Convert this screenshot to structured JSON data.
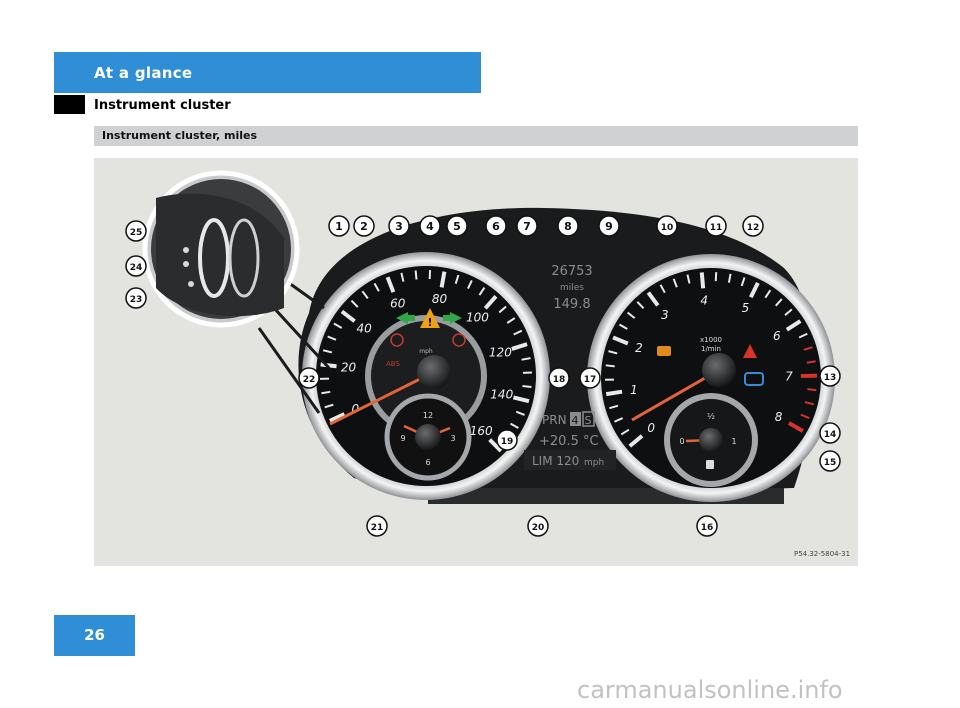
{
  "header": {
    "section": "At a glance",
    "subsection": "Instrument cluster",
    "figure_title": "Instrument cluster, miles"
  },
  "figure": {
    "code": "P54.32-5804-31",
    "speedometer": {
      "unit": "mph",
      "ticks": [
        "0",
        "20",
        "40",
        "60",
        "80",
        "100",
        "120",
        "140",
        "160"
      ]
    },
    "tachometer": {
      "unit_line1": "x1000",
      "unit_line2": "1/min",
      "ticks": [
        "0",
        "1",
        "2",
        "3",
        "4",
        "5",
        "6",
        "7",
        "8"
      ]
    },
    "clock_ticks": [
      "12",
      "3",
      "6",
      "9"
    ],
    "fuel_ticks": [
      "0",
      "½",
      "1"
    ],
    "display": {
      "odometer": "26753",
      "odometer_unit": "miles",
      "trip": "149.8",
      "gear": "PRN",
      "gear_sel": "4",
      "mode": "S",
      "temp": "+20.5 °C",
      "limiter": "LIM 120",
      "limiter_unit": "mph"
    },
    "warnings": {
      "abs": "ABS"
    },
    "callouts": [
      "1",
      "2",
      "3",
      "4",
      "5",
      "6",
      "7",
      "8",
      "9",
      "10",
      "11",
      "12",
      "13",
      "14",
      "15",
      "16",
      "17",
      "18",
      "19",
      "20",
      "21",
      "22",
      "23",
      "24",
      "25"
    ]
  },
  "footer": {
    "page": "26",
    "watermark": "carmanualsonline.info"
  },
  "colors": {
    "accent": "#2f8ed6",
    "needle": "#e2643a",
    "grey_bar": "#cfd1d2"
  }
}
